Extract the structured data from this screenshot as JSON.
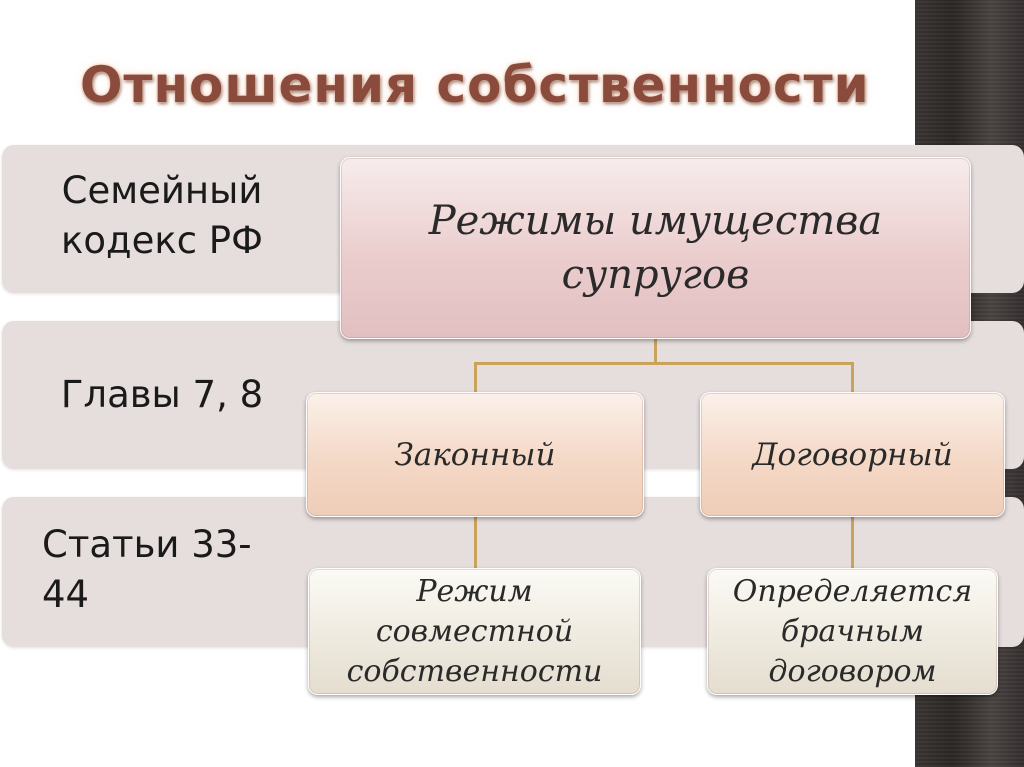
{
  "slide": {
    "title": "Отношения собственности",
    "rows": [
      {
        "label_line1": "Семейный",
        "label_line2": "кодекс РФ"
      },
      {
        "label_line1": "Главы 7, 8",
        "label_line2": ""
      },
      {
        "label_line1": "Статьи 33-",
        "label_line2": "44"
      }
    ]
  },
  "diagram": {
    "root": {
      "line1": "Режимы имущества",
      "line2": "супругов"
    },
    "branches": [
      {
        "label": "Законный",
        "leaf": {
          "line1": "Режим",
          "line2": "совместной",
          "line3": "собственности"
        }
      },
      {
        "label": "Договорный",
        "leaf": {
          "line1": "Определяется",
          "line2": "брачным",
          "line3": "договором"
        }
      }
    ]
  }
}
